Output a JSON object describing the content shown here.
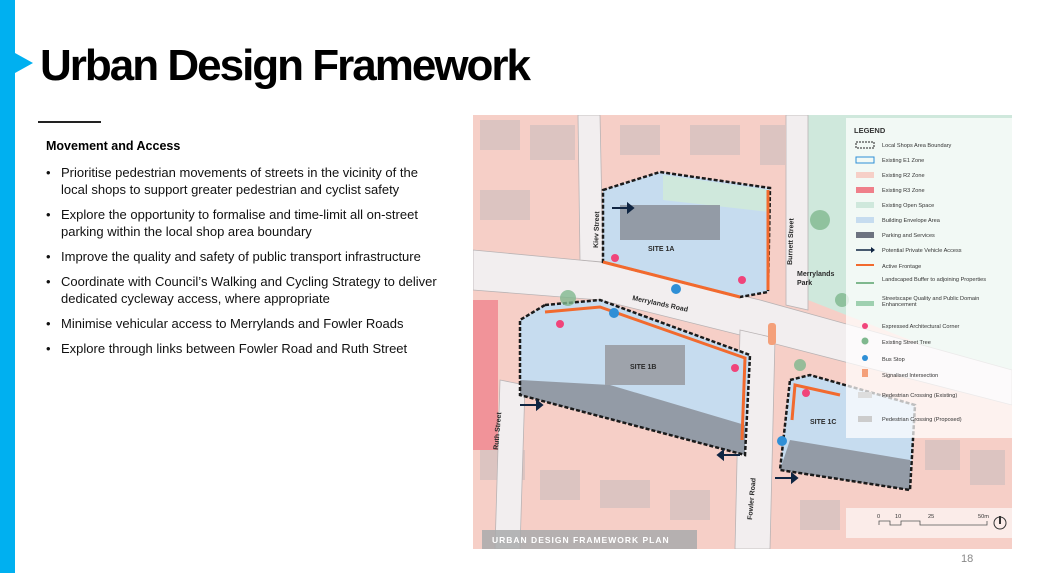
{
  "title": "Urban Design Framework",
  "section": {
    "heading": "Movement and Access",
    "bullets": [
      "Prioritise pedestrian movements of streets in the vicinity of the local shops to support greater pedestrian and cyclist safety",
      "Explore the opportunity to formalise and time-limit all on-street parking within the local shop area boundary",
      "Improve the quality and safety of public transport infrastructure",
      "Coordinate with Council’s Walking and Cycling Strategy to deliver dedicated cycleway access, where appropriate",
      "Minimise vehicular access to Merrylands and Fowler Roads",
      "Explore through links between Fowler Road and Ruth Street"
    ]
  },
  "map": {
    "caption": "URBAN DESIGN FRAMEWORK PLAN",
    "labels": {
      "kiev": "Kiev Street",
      "burnett": "Burnett Street",
      "park": "Merrylands Park",
      "merrylands": "Merrylands Road",
      "ruth": "Ruth Street",
      "fowler": "Fowler Road",
      "site1a": "SITE 1A",
      "site1b": "SITE 1B",
      "site1c": "SITE 1C"
    },
    "legend": {
      "title": "LEGEND",
      "items": [
        "Local Shops Area Boundary",
        "Existing E1 Zone",
        "Existing R2 Zone",
        "Existing R3 Zone",
        "Existing Open Space",
        "Building Envelope Area",
        "Parking and Services",
        "Potential Private Vehicle Access",
        "Active Frontage",
        "Landscaped Buffer to adjoining Properties",
        "Streetscape Quality and Public Domain Enhancement",
        "Expressed Architectural Corner",
        "Existing Street Tree",
        "Bus Stop",
        "Signalised Intersection",
        "Pedestrian Crossing (Existing)",
        "Pedestrian Crossing (Proposed)"
      ]
    },
    "scale": [
      "0",
      "10",
      "25",
      "50m"
    ],
    "colors": {
      "r2": "#f6cfc7",
      "r3": "#ef7f8a",
      "open": "#cfe8dc",
      "envelope": "#c6dcef",
      "parking": "#8a8f99",
      "active": "#f26a2e",
      "boundary": "#1a1a1a",
      "e1": "#2f8fd6"
    }
  },
  "page_number": "18"
}
